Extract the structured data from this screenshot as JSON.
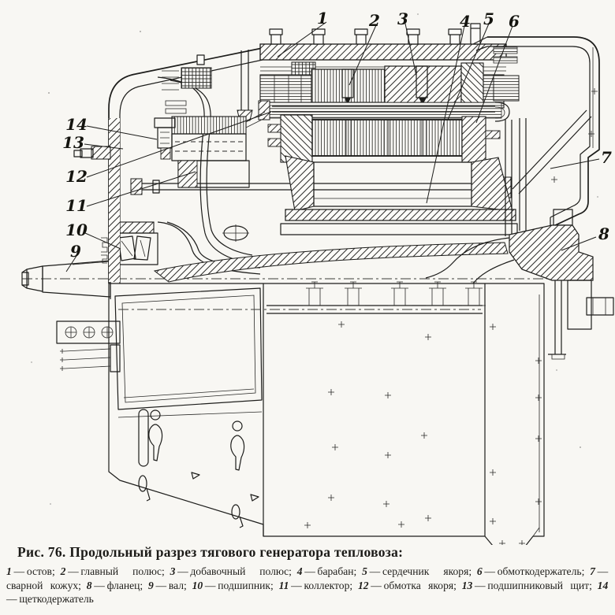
{
  "figure": {
    "caption": "Рис. 76. Продольный разрез тягового генератора тепловоза:",
    "legend": [
      {
        "num": "1",
        "label": "остов"
      },
      {
        "num": "2",
        "label": "главный полюс"
      },
      {
        "num": "3",
        "label": "добавочный полюс"
      },
      {
        "num": "4",
        "label": "барабан"
      },
      {
        "num": "5",
        "label": "сердечник якоря"
      },
      {
        "num": "6",
        "label": "обмоткодержатель"
      },
      {
        "num": "7",
        "label": "сварной кожух"
      },
      {
        "num": "8",
        "label": "фланец"
      },
      {
        "num": "9",
        "label": "вал"
      },
      {
        "num": "10",
        "label": "подшипник"
      },
      {
        "num": "11",
        "label": "коллектор"
      },
      {
        "num": "12",
        "label": "обмотка якоря"
      },
      {
        "num": "13",
        "label": "подшипниковый щит"
      },
      {
        "num": "14",
        "label": "щеткодержатель"
      }
    ],
    "callouts": [
      "1",
      "2",
      "3",
      "4",
      "5",
      "6",
      "7",
      "8",
      "9",
      "10",
      "11",
      "12",
      "13",
      "14"
    ],
    "colors": {
      "paper": "#f8f7f3",
      "ink": "#1d1d1b"
    }
  }
}
